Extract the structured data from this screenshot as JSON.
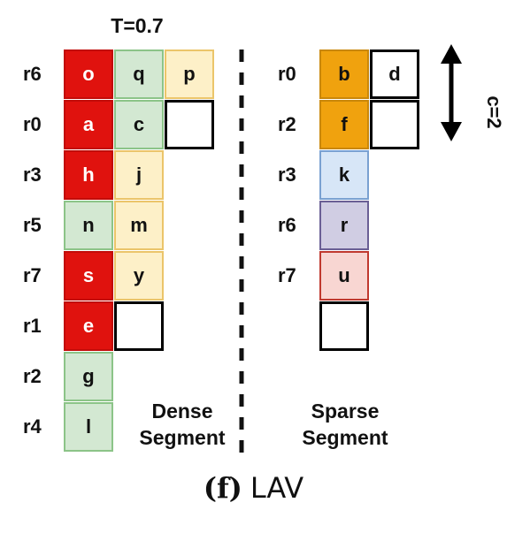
{
  "threshold_label": "T=0.7",
  "c_label": "c=2",
  "dense": {
    "rows": [
      "r6",
      "r0",
      "r3",
      "r5",
      "r7",
      "r1",
      "r2",
      "r4"
    ],
    "col1": [
      {
        "text": "o",
        "color": "red"
      },
      {
        "text": "a",
        "color": "red"
      },
      {
        "text": "h",
        "color": "red"
      },
      {
        "text": "n",
        "color": "green"
      },
      {
        "text": "s",
        "color": "red"
      },
      {
        "text": "e",
        "color": "red"
      },
      {
        "text": "g",
        "color": "green"
      },
      {
        "text": "l",
        "color": "green"
      }
    ],
    "col2": [
      {
        "text": "q",
        "color": "green"
      },
      {
        "text": "c",
        "color": "green"
      },
      {
        "text": "j",
        "color": "yellow"
      },
      {
        "text": "m",
        "color": "yellow"
      },
      {
        "text": "y",
        "color": "yellow"
      },
      {
        "text": "",
        "color": "empty"
      }
    ],
    "col3": [
      {
        "text": "p",
        "color": "yellow"
      },
      {
        "text": "",
        "color": "empty"
      }
    ],
    "label_line1": "Dense",
    "label_line2": "Segment"
  },
  "sparse": {
    "rows": [
      "r0",
      "r2",
      "r3",
      "r6",
      "r7"
    ],
    "col1": [
      {
        "text": "b",
        "color": "orange"
      },
      {
        "text": "f",
        "color": "orange"
      },
      {
        "text": "k",
        "color": "blue"
      },
      {
        "text": "r",
        "color": "purple"
      },
      {
        "text": "u",
        "color": "pink"
      },
      {
        "text": "",
        "color": "empty"
      }
    ],
    "col2": [
      {
        "text": "d",
        "color": "empty"
      },
      {
        "text": "",
        "color": "empty"
      }
    ],
    "label_line1": "Sparse",
    "label_line2": "Segment"
  },
  "caption": {
    "letter": "(f)",
    "name": "LAV"
  },
  "colors": {
    "red": "#e0120e",
    "green": "#d3e8d2",
    "yellow": "#fdf0c8",
    "orange": "#f0a20e",
    "blue": "#d7e6f7",
    "purple": "#d0cde3",
    "pink": "#f8d6d2",
    "divider": "#111111"
  }
}
